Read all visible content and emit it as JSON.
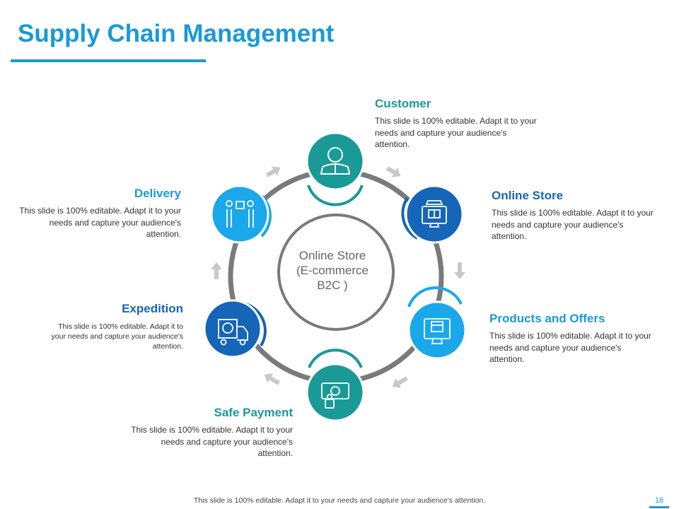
{
  "slide": {
    "title": "Supply Chain Management",
    "center_label": [
      "Online Store",
      "(E-commerce",
      "B2C )"
    ],
    "footer": "This slide is 100% editable. Adapt it to your needs and capture your audience's attention.",
    "page_number": "16"
  },
  "nodes": [
    {
      "title": "Customer",
      "desc": "This slide is 100% editable. Adapt it to your needs and capture your audience's attention.",
      "icon": "user-icon",
      "color": "#1a9a97"
    },
    {
      "title": "Online Store",
      "desc": "This slide is 100% editable. Adapt it to your needs and capture your audience's attention.",
      "icon": "storefront-monitor-icon",
      "color": "#1565b8"
    },
    {
      "title": "Products and Offers",
      "desc": "This slide is 100% editable. Adapt it to your needs and capture your audience's attention.",
      "icon": "product-display-icon",
      "color": "#1aa8ea"
    },
    {
      "title": "Safe Payment",
      "desc": "This slide is 100% editable. Adapt it to your needs and capture your audience's attention.",
      "icon": "money-lock-icon",
      "color": "#1a9a97"
    },
    {
      "title": "Expedition",
      "desc": "This slide is 100% editable. Adapt it to your needs and capture your audience's attention.",
      "icon": "delivery-truck-icon",
      "color": "#1565b8"
    },
    {
      "title": "Delivery",
      "desc": "This slide is 100% editable. Adapt it to your needs and capture your audience's attention.",
      "icon": "package-handover-icon",
      "color": "#1aa8ea"
    }
  ],
  "colors": {
    "accent": "#1a9ad6",
    "teal": "#1a9a97",
    "dark_blue": "#1565b8",
    "light_blue": "#1aa8ea",
    "ring": "#7a7a7a",
    "arrow": "#c8c8c8"
  }
}
